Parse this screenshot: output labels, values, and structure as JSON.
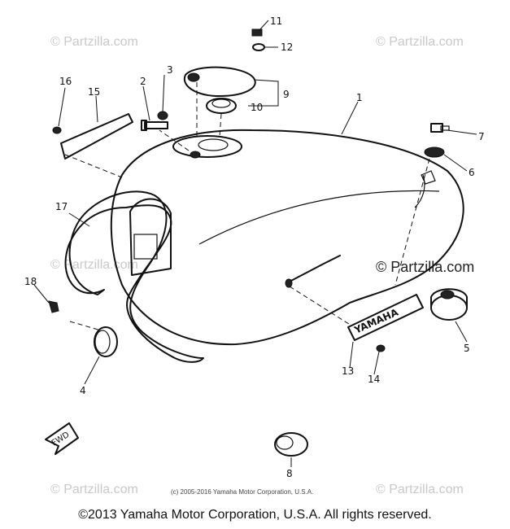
{
  "callouts": {
    "c1": "1",
    "c2": "2",
    "c3": "3",
    "c4": "4",
    "c5": "5",
    "c6": "6",
    "c7": "7",
    "c8": "8",
    "c9": "9",
    "c10": "10",
    "c11": "11",
    "c12": "12",
    "c13": "13",
    "c14": "14",
    "c15": "15",
    "c16": "16",
    "c17": "17",
    "c18": "18"
  },
  "watermark": "© Partzilla.com",
  "emblem_text": "YAMAHA",
  "arrow_text": "FWD",
  "small_copyright": "(c) 2005-2016 Yamaha Motor Corporation, U.S.A.",
  "footer_copyright": "©2013 Yamaha Motor Corporation, U.S.A. All rights reserved."
}
